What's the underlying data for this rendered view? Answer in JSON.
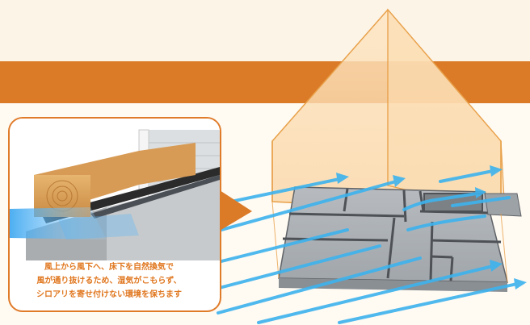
{
  "caption": {
    "lines": [
      "風上から風下へ、床下を自然換気で",
      "風が通り抜けるため、湿気がこもらず、",
      "シロアリを寄せ付けない環境を保ちます"
    ]
  },
  "colors": {
    "accent_orange": "#db7a27",
    "airflow_blue": "#3db3ee",
    "house_outline": "#e8a14a",
    "foundation_gray": "#8a8f94"
  },
  "icons": [
    "wood-beam-icon",
    "airflow-arrow-icon",
    "house-outline-icon"
  ]
}
